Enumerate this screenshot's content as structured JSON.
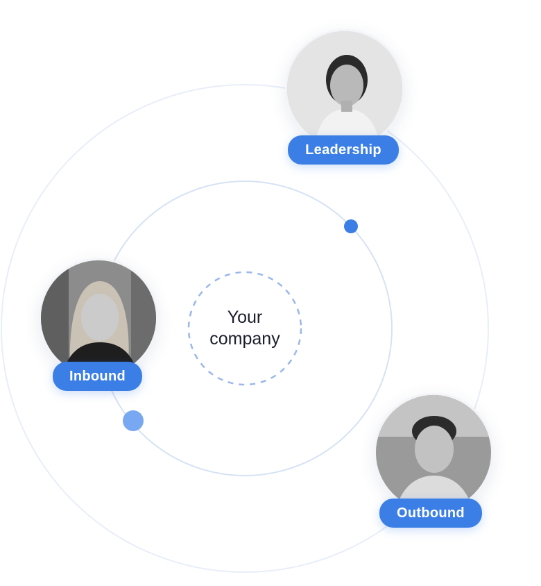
{
  "center": {
    "line1": "Your",
    "line2": "company"
  },
  "people": {
    "leadership": {
      "label": "Leadership"
    },
    "inbound": {
      "label": "Inbound"
    },
    "outbound": {
      "label": "Outbound"
    }
  },
  "colors": {
    "accent": "#3b7fe6",
    "dot_light": "#78a8f2",
    "orbit_inner": "#d6e2f5",
    "orbit_outer": "#e8eef8",
    "dashed": "#9ab8ea"
  }
}
